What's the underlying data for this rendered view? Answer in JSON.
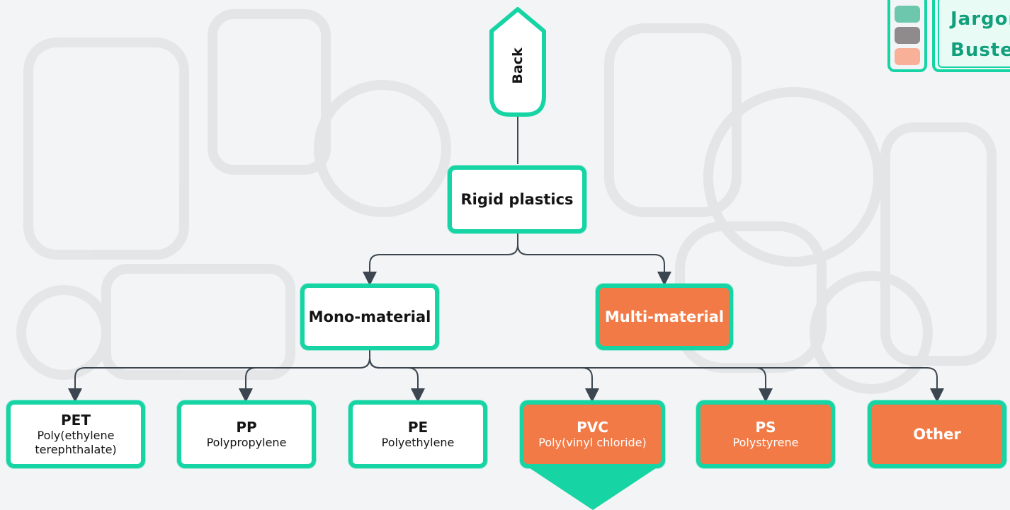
{
  "back": {
    "label": "Back"
  },
  "nodes": {
    "rigid": {
      "title": "Rigid plastics"
    },
    "mono": {
      "title": "Mono-material"
    },
    "multi": {
      "title": "Multi-material"
    },
    "pet": {
      "title": "PET",
      "subtitle": "Poly(ethylene terephthalate)"
    },
    "pp": {
      "title": "PP",
      "subtitle": "Polypropylene"
    },
    "pe": {
      "title": "PE",
      "subtitle": "Polyethylene"
    },
    "pvc": {
      "title": "PVC",
      "subtitle": "Poly(vinyl chloride)"
    },
    "ps": {
      "title": "PS",
      "subtitle": "Polystyrene"
    },
    "other": {
      "title": "Other"
    }
  },
  "logo": {
    "word1": "Jargon",
    "word2": "Buster"
  },
  "colors": {
    "accent": "#16d4a4",
    "highlight": "#f27a46",
    "text": "#141414",
    "connector": "#3c4650"
  }
}
